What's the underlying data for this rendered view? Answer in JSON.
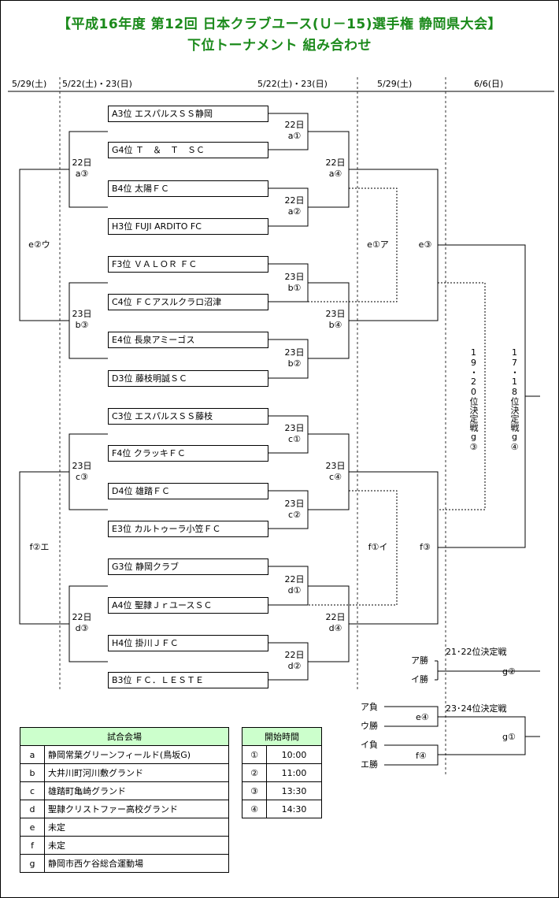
{
  "title_line1": "【平成16年度 第12回 日本クラブユース(Ｕ－15)選手権 静岡県大会】",
  "title_line2": "下位トーナメント 組み合わせ",
  "dates": {
    "col1": "5/29(土)",
    "col2": "5/22(土)・23(日)",
    "col3": "5/22(土)・23(日)",
    "col4": "5/29(土)",
    "col5": "6/6(日)"
  },
  "teams": [
    "A3位 エスパルスＳＳ静岡",
    "G4位 Ｔ　＆　Ｔ　ＳＣ",
    "B4位 太陽ＦＣ",
    "H3位 FUJI ARDITO FC",
    "F3位 ＶＡＬＯＲ ＦＣ",
    "C4位 ＦＣアスルクラロ沼津",
    "E4位 長泉アミーゴス",
    "D3位 藤枝明誠ＳＣ",
    "C3位 エスパルスＳＳ藤枝",
    "F4位 クラッキＦＣ",
    "D4位 雄踏ＦＣ",
    "E3位 カルトゥーラ小笠ＦＣ",
    "G3位 静岡クラブ",
    "A4位 聖隷ＪｒユースＳＣ",
    "H4位 掛川ＪＦＣ",
    "B3位 ＦＣ．ＬＥＳＴＥ"
  ],
  "r1_matches": [
    "22日\na①",
    "22日\na②",
    "23日\nb①",
    "23日\nb②",
    "23日\nc①",
    "23日\nc②",
    "22日\nd①",
    "22日\nd②"
  ],
  "r2_win_matches": [
    "22日\na④",
    "23日\nb④",
    "23日\nc④",
    "22日\nd④"
  ],
  "r2_lose_matches": [
    "22日\na③",
    "23日\nb③",
    "23日\nc③",
    "22日\nd③"
  ],
  "e2_match": "e②ウ",
  "f2_match": "f②エ",
  "e1_match": "e①ア",
  "f1_match": "f①イ",
  "e3_match": "e③",
  "f3_match": "f③",
  "rank_19_20": "19・20位決定戦g③",
  "rank_17_18": "17・18位決定戦g④",
  "rank_21_22": {
    "title": "21･22位決定戦",
    "entry1": "ア勝",
    "entry2": "イ勝",
    "match": "g②"
  },
  "rank_23_24": {
    "title": "23･24位決定戦",
    "entry1": "ア負",
    "entry2": "ウ勝",
    "entry3": "イ負",
    "entry4": "エ勝",
    "match_e4": "e④",
    "match_f4": "f④",
    "match": "g①"
  },
  "venues": {
    "header": "試合会場",
    "rows": [
      {
        "code": "a",
        "name": "静岡常葉グリーンフィールド(鳥坂G)"
      },
      {
        "code": "b",
        "name": "大井川町河川敷グランド"
      },
      {
        "code": "c",
        "name": "雄踏町亀崎グランド"
      },
      {
        "code": "d",
        "name": "聖隷クリストファー高校グランド"
      },
      {
        "code": "e",
        "name": "未定"
      },
      {
        "code": "f",
        "name": "未定"
      },
      {
        "code": "g",
        "name": "静岡市西ケ谷総合運動場"
      }
    ]
  },
  "times": {
    "header": "開始時間",
    "rows": [
      {
        "code": "①",
        "time": "10:00"
      },
      {
        "code": "②",
        "time": "11:00"
      },
      {
        "code": "③",
        "time": "13:30"
      },
      {
        "code": "④",
        "time": "14:30"
      }
    ]
  }
}
